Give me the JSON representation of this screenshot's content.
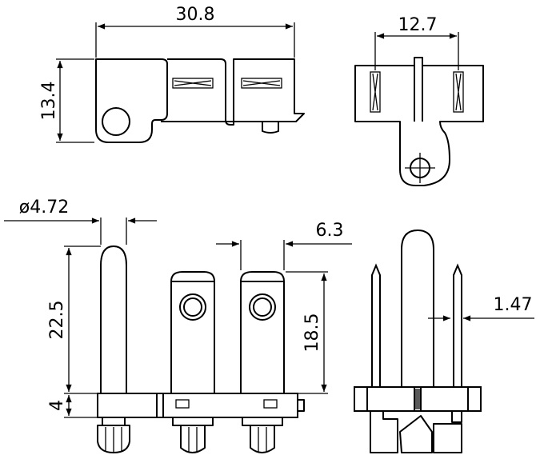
{
  "dimensions": {
    "top_width": "30.8",
    "top_height": "13.4",
    "side_width": "12.7",
    "pin_diameter": "ø4.72",
    "pin_length": "22.5",
    "base_height": "4",
    "blade_spacing": "6.3",
    "blade_length": "18.5",
    "blade_thickness": "1.47"
  }
}
